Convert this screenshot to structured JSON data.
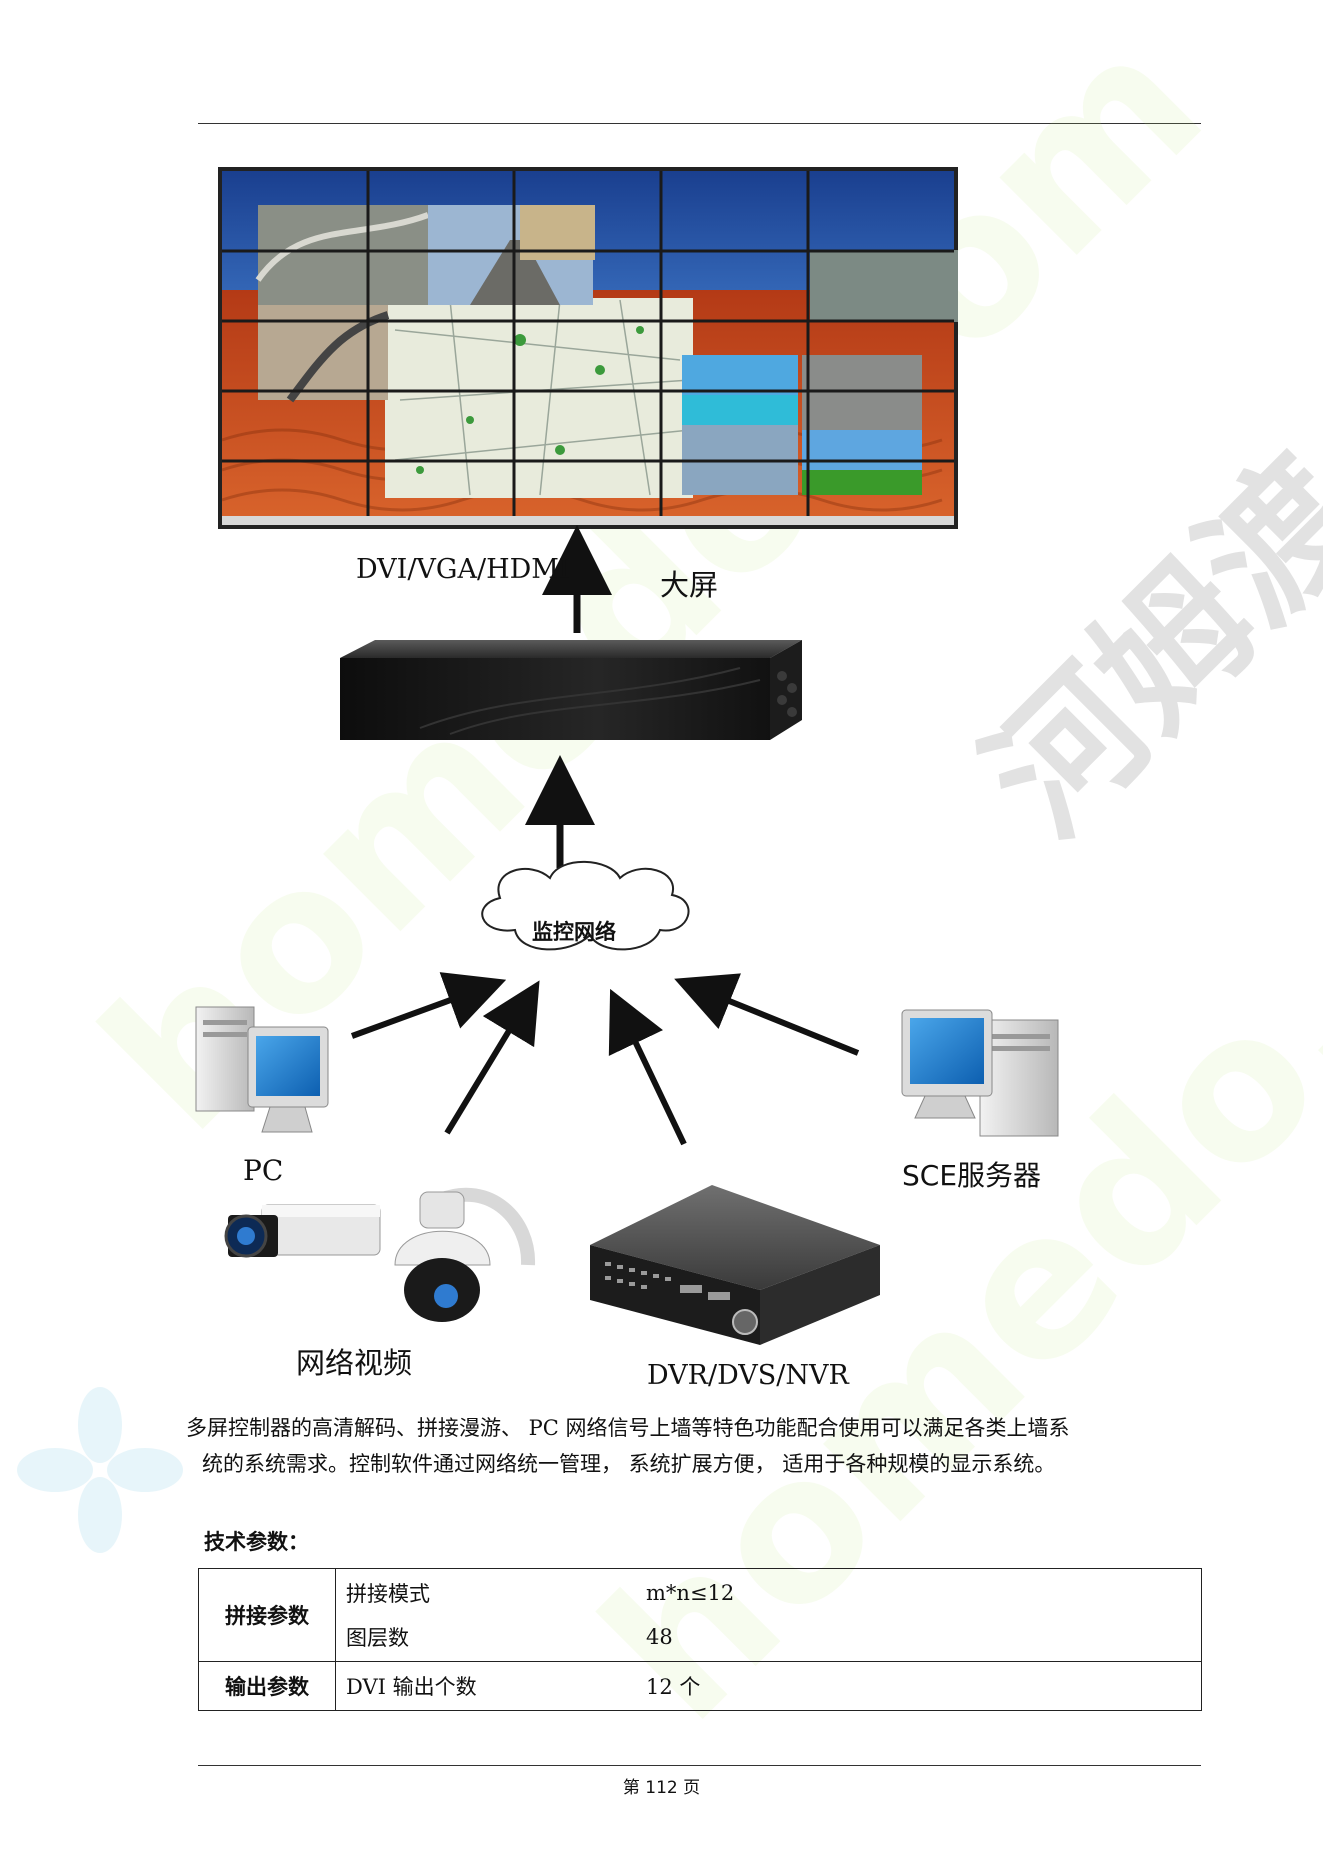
{
  "watermark": {
    "text_en": "homedo.com",
    "text_cn": "河姆渡"
  },
  "diagram": {
    "output_label": "DVI/VGA/HDMI",
    "screen_label": "大屏",
    "network_label": "监控网络",
    "pc_label": "PC",
    "server_label": "SCE服务器",
    "ipcam_label": "网络视频",
    "dvr_label": "DVR/DVS/NVR"
  },
  "description": {
    "line1": "多屏控制器的高清解码、拼接漫游、 PC 网络信号上墙等特色功能配合使用可以满足各类上墙系",
    "line2": "统的系统需求。控制软件通过网络统一管理， 系统扩展方便， 适用于各种规模的显示系统。"
  },
  "spec": {
    "heading": "技术参数：",
    "groups": [
      {
        "name": "拼接参数",
        "rows": [
          {
            "param": "拼接模式",
            "value": "m*n≤12"
          },
          {
            "param": "图层数",
            "value": "48"
          }
        ]
      },
      {
        "name": "输出参数",
        "rows": [
          {
            "param": "DVI 输出个数",
            "value": "12 个"
          }
        ]
      }
    ]
  },
  "footer": {
    "page_text": "第 112 页"
  }
}
